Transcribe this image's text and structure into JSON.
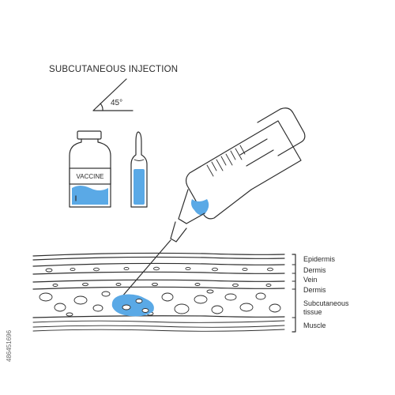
{
  "diagram": {
    "title": "SUBCUTANEOUS INJECTION",
    "angle_label": "45°",
    "vial_label": "VACCINE",
    "layer_labels": [
      "Epidermis",
      "Dermis",
      "Vein",
      "Dermis",
      "Subcutaneous",
      "tissue",
      "Muscle"
    ],
    "watermark_id": "486451696"
  },
  "colors": {
    "liquid": "#5aa9e6",
    "outline": "#2e2e2e",
    "background": "#ffffff"
  }
}
